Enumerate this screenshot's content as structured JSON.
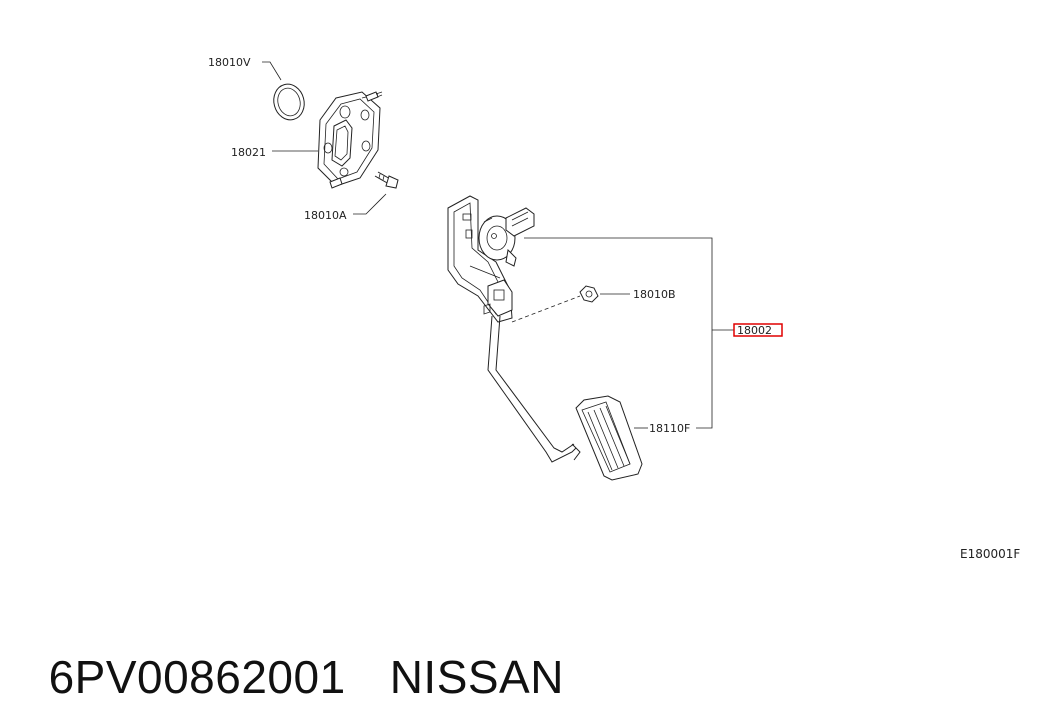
{
  "diagram": {
    "labels": {
      "p18010v": "18010V",
      "p18021": "18021",
      "p18010a": "18010A",
      "p18010b": "18010B",
      "p18002": "18002",
      "p18110f": "18110F",
      "fig_code": "E180001F"
    },
    "highlight_color": "#e00000"
  },
  "footer": {
    "part_number": "6PV00862001",
    "brand": "NISSAN"
  }
}
